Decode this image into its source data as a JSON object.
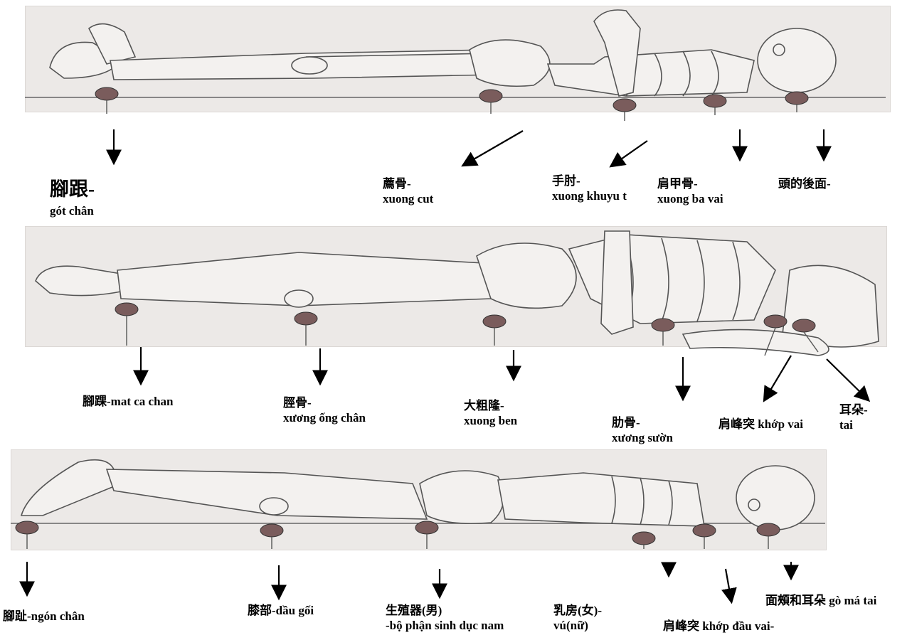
{
  "panels": [
    {
      "name": "supine-position",
      "labels": [
        {
          "lines": [
            "腳跟-",
            "gót chân"
          ]
        },
        {
          "lines": [
            "薦骨-",
            "xuong cut"
          ]
        },
        {
          "lines": [
            "手肘-",
            "xuong khuyu t"
          ]
        },
        {
          "lines": [
            "肩甲骨-",
            "xuong ba vai"
          ]
        },
        {
          "lines": [
            "頭的後面-"
          ]
        }
      ]
    },
    {
      "name": "side-lying-position",
      "labels": [
        {
          "lines": [
            "腳踝-mat ca chan"
          ]
        },
        {
          "lines": [
            "脛骨-",
            "xương ống chân"
          ]
        },
        {
          "lines": [
            "大粗隆-",
            "xuong ben"
          ]
        },
        {
          "lines": [
            "肋骨-",
            "xương sườn"
          ]
        },
        {
          "lines": [
            "肩峰突 khớp vai"
          ]
        },
        {
          "lines": [
            "耳朵-",
            "tai"
          ]
        }
      ]
    },
    {
      "name": "prone-position",
      "labels": [
        {
          "lines": [
            "腳趾-ngón chân"
          ]
        },
        {
          "lines": [
            "膝部-dầu gối"
          ]
        },
        {
          "lines": [
            "生殖器(男)",
            "-bộ phận sinh dục nam"
          ]
        },
        {
          "lines": [
            "乳房(女)-",
            "vú(nữ)"
          ]
        },
        {
          "lines": [
            "肩峰突 khớp đầu vai-"
          ]
        },
        {
          "lines": [
            "面頰和耳朵 gò má tai"
          ]
        }
      ]
    }
  ]
}
